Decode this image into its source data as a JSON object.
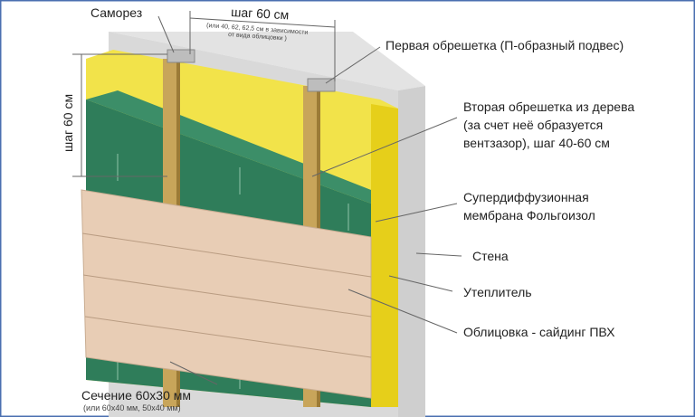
{
  "labels": {
    "screw": "Саморез",
    "step_top": "шаг 60 см",
    "step_top_note_1": "(или 40, 62, 62,5 см в зависимости",
    "step_top_note_2": "от вида облицовки )",
    "step_left": "шаг 60 см",
    "first_lathing": "Первая обрешетка (П-образный подвес)",
    "second_lathing_1": "Вторая обрешетка из дерева",
    "second_lathing_2": "(за счет неё образуется",
    "second_lathing_3": "вентзазор), шаг 40-60 см",
    "membrane_1": "Супердиффузионная",
    "membrane_2": "мембрана Фольгоизол",
    "wall": "Стена",
    "insulation": "Утеплитель",
    "cladding": "Облицовка - сайдинг ПВХ",
    "section": "Сечение 60х30 мм",
    "section_note": "(или 60х40 мм, 50х40 мм)"
  },
  "colors": {
    "wall": "#d9d9d9",
    "insulation": "#f2e34a",
    "membrane": "#2f7d5a",
    "batten": "#c8a55a",
    "siding": "#e8cdb5",
    "frame": "#4a6fb0"
  }
}
